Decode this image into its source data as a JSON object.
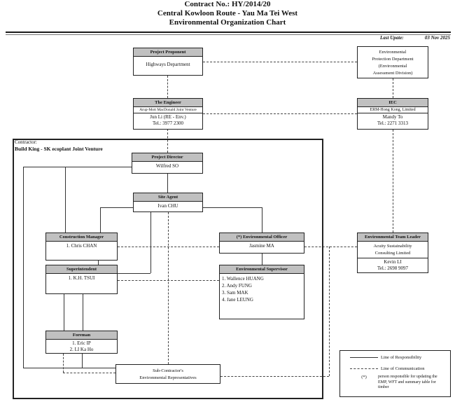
{
  "title": {
    "line1": "Contract No.: HY/2014/20",
    "line2": "Central Kowloon Route - Yau Ma Tei West",
    "line3": "Environmental Organization Chart"
  },
  "last_update": {
    "label": "Last Upate:",
    "date": "03 Nov 2025"
  },
  "contractor_label": {
    "line1": "Contractor:",
    "line2": "Build King - SK ecoplant Joint Venture"
  },
  "boxes": {
    "project_proponent": {
      "header": "Project Proponent",
      "body": "Highways Department"
    },
    "epd": {
      "lines": [
        "Environmental",
        "Protection Department",
        "(Environmental",
        "Assessment Division)"
      ]
    },
    "engineer": {
      "header": "The Engineer",
      "subheader": "Arup-Mott MacDonald Joint Venture",
      "contact_name": "Jun Li (RE - Env.)",
      "contact_tel": "Tel.: 3977 2300"
    },
    "iec": {
      "header": "IEC",
      "subheader": "ERM-Hong Kong, Limited",
      "contact_name": "Mandy To",
      "contact_tel": "Tel.: 2271 3313"
    },
    "project_director": {
      "header": "Project Director",
      "body": "Wilfred SO"
    },
    "site_agent": {
      "header": "Site Agent",
      "body": "Ivan CHU"
    },
    "construction_manager": {
      "header": "Construction Manager",
      "body": "1. Chris CHAN"
    },
    "superintendent": {
      "header": "Superintendent",
      "body": "1. K.H. TSUI"
    },
    "environmental_officer": {
      "header": "(*) Environmental Officer",
      "body": "Jasmine MA"
    },
    "environmental_supervisor": {
      "header": "Environmental Supervisor",
      "members": [
        "1. Wallence HUANG",
        "2. Andy FUNG",
        "3. Sam MAK",
        "4. Jane LEUNG"
      ]
    },
    "environmental_team_leader": {
      "header": "Environmental Team Leader",
      "company_line1": "Acuity Sustainability",
      "company_line2": "Consulting Limited",
      "contact_name": "Kevin LI",
      "contact_tel": "Tel.: 2698 9097"
    },
    "foreman": {
      "header": "Foreman",
      "members": [
        "1. Eric IP",
        "2. LI Ka Ho"
      ]
    },
    "sub_contractor": {
      "line1": "Sub-Contractor's",
      "line2": "Environmental Representatives"
    }
  },
  "legend": {
    "responsibility": "Line of Responsibility",
    "communication": "Line of Communication",
    "asterisk_symbol": "(*)",
    "asterisk_text": "person responsible for updating the EMP, WFT and summary table for timber"
  },
  "colors": {
    "header_fill": "#c0c0c0",
    "line": "#333333"
  }
}
